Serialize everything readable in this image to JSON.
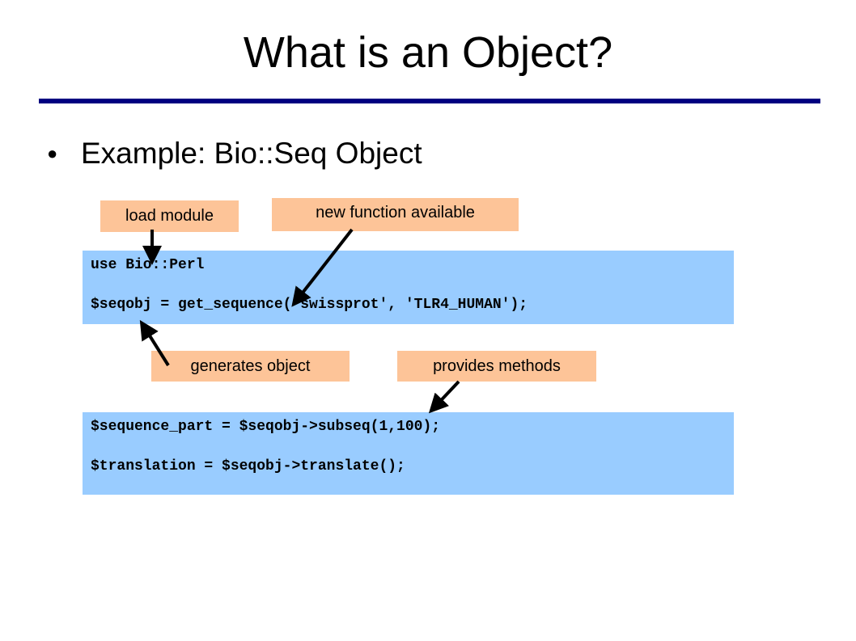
{
  "slide": {
    "title": "What is an Object?",
    "bullet": {
      "marker": "●",
      "text": "Example: Bio::Seq Object"
    }
  },
  "callouts": {
    "load_module": "load module",
    "new_function": "new function available",
    "generates_object": "generates object",
    "provides_methods": "provides methods"
  },
  "code_blocks": [
    {
      "lines": [
        "use Bio::Perl",
        "$seqobj = get_sequence('swissprot', 'TLR4_HUMAN');"
      ]
    },
    {
      "lines": [
        "$sequence_part = $seqobj->subseq(1,100);",
        "$translation = $seqobj->translate();"
      ]
    }
  ],
  "colors": {
    "title_rule": "#000080",
    "callout_fill": "#fdc498",
    "code_fill": "#99ccff",
    "arrow": "#000000"
  }
}
